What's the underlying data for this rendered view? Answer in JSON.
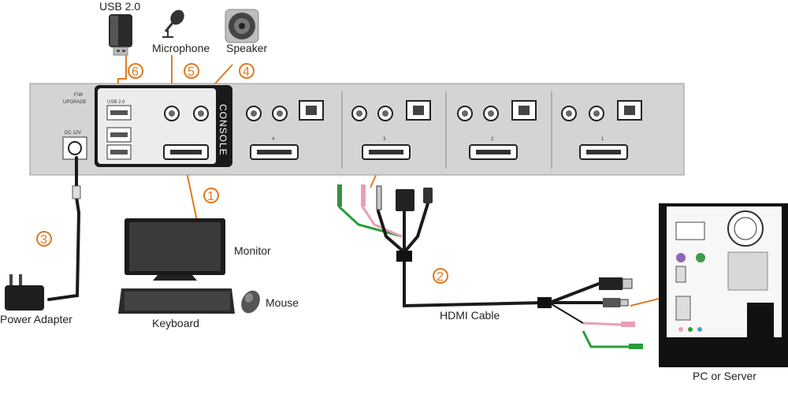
{
  "labels": {
    "usb": "USB 2.0",
    "microphone": "Microphone",
    "speaker": "Speaker",
    "monitor": "Monitor",
    "mouse": "Mouse",
    "keyboard": "Keyboard",
    "power_adapter": "Power Adapter",
    "hdmi_cable": "HDMI Cable",
    "pc_or_server": "PC or Server"
  },
  "panel": {
    "console": "CONSOLE",
    "upgrade_top": "F/W",
    "upgrade": "UPGRADE",
    "usb_port": "USB 2.0",
    "dc": "DC 12V",
    "ports": [
      "4",
      "3",
      "2",
      "1"
    ]
  },
  "callouts": [
    "1",
    "2",
    "3",
    "4",
    "5",
    "6"
  ],
  "colors": {
    "callout": "#e07b1f",
    "panel": "#d4d4d4",
    "console": "#1a1a1a"
  }
}
